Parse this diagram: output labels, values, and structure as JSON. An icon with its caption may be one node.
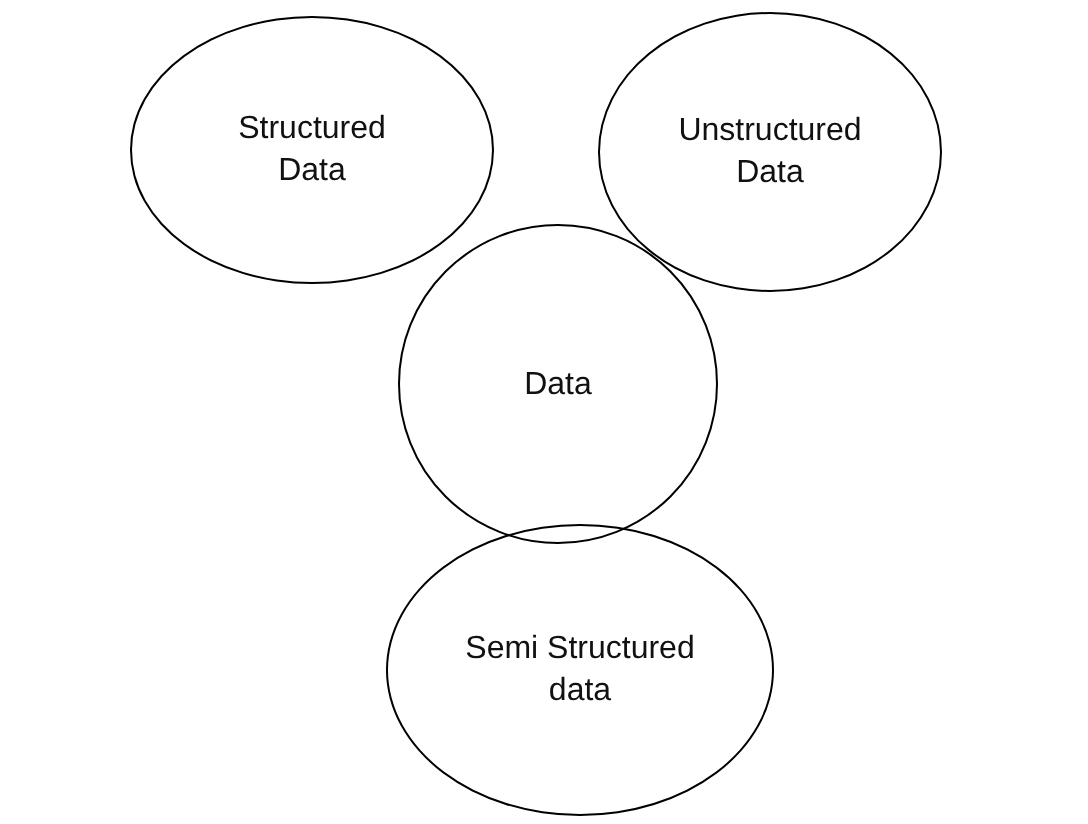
{
  "diagram": {
    "nodes": [
      {
        "text": [
          "Structured Data"
        ]
      },
      {
        "text": [
          "Unstructured Data"
        ]
      },
      {
        "text": [
          "Data"
        ]
      },
      {
        "text": [
          "Semi Structured data"
        ]
      }
    ],
    "edges": []
  }
}
